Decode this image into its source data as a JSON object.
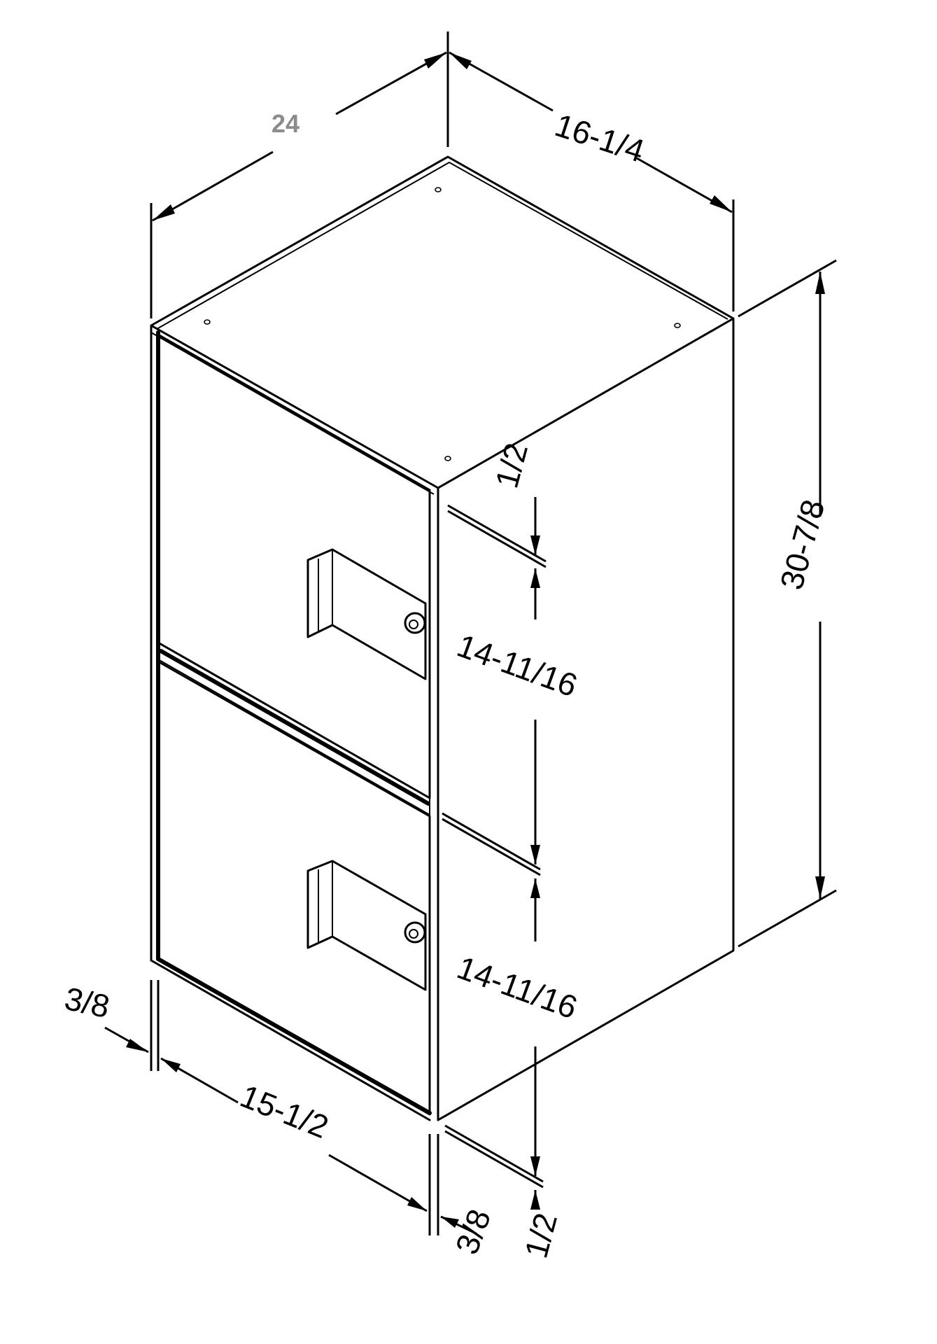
{
  "dimensions": {
    "width": "24",
    "depth": "16-1/4",
    "height": "30-7/8",
    "top_gap": "1/2",
    "bottom_gap": "1/2",
    "door_upper": "14-11/16",
    "door_lower": "14-11/16",
    "door_width": "15-1/2",
    "left_offset": "3/8",
    "right_offset": "3/8"
  },
  "colors": {
    "line": "#000000",
    "background": "#ffffff",
    "width_label": "#8c8c8c"
  }
}
